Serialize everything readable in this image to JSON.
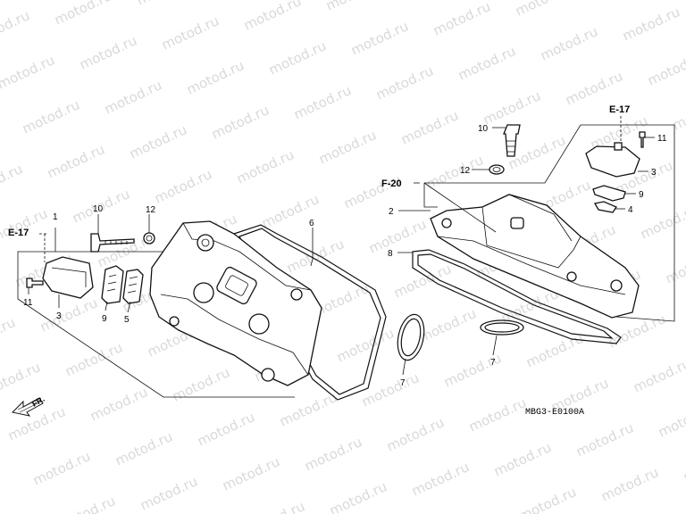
{
  "watermark": "motod.ru",
  "diagram_code": "MBG3-E0100A",
  "direction_label": "FR.",
  "refs": {
    "e17_left": "E-17",
    "e17_right": "E-17",
    "f20": "F-20"
  },
  "callouts": {
    "left_1": "1",
    "left_10": "10",
    "left_12": "12",
    "left_6": "6",
    "left_11": "11",
    "left_3": "3",
    "left_9": "9",
    "left_5": "5",
    "left_7": "7",
    "right_10": "10",
    "right_11": "11",
    "right_12": "12",
    "right_3": "3",
    "right_9": "9",
    "right_4": "4",
    "right_2": "2",
    "right_8": "8",
    "right_7": "7"
  }
}
